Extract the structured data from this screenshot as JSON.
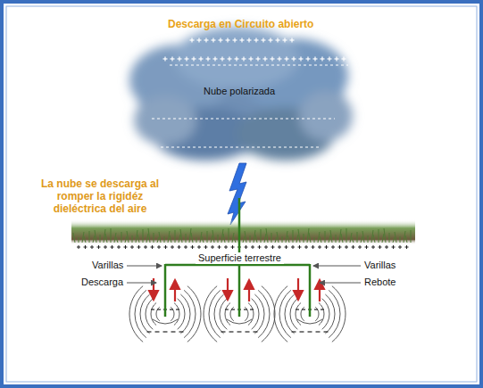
{
  "diagram": {
    "title": "Descarga en Circuito abierto",
    "nodes": [
      {
        "text": [
          "Nube polarizada"
        ]
      }
    ],
    "labels": [
      "La nube se descarga al romper la rigidéz dieléctrica del aire",
      "Superficie terrestre",
      "Varillas",
      "Descarga",
      "Varillas",
      "Rebote"
    ]
  }
}
